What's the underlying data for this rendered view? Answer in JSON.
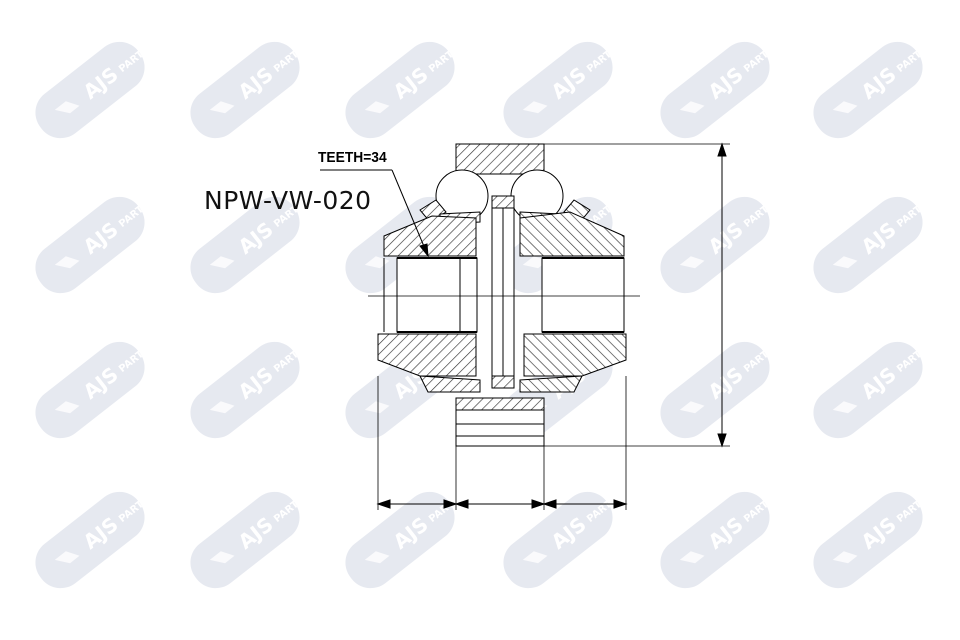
{
  "drawing": {
    "part_number": "NPW-VW-020",
    "teeth_label": "TEETH=34"
  },
  "watermark": {
    "text": "AJS PARTS",
    "color": "#dfe2ec"
  },
  "colors": {
    "line": "#000000",
    "hatch": "#333333"
  }
}
